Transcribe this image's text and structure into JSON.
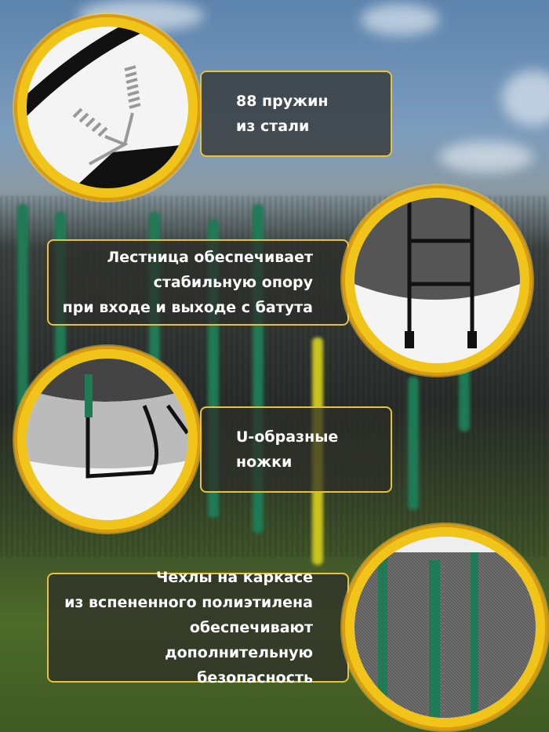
{
  "features": [
    {
      "lines": [
        "88 пружин",
        "из стали"
      ],
      "icon": "spring-closeup-image"
    },
    {
      "lines": [
        "Лестница обеспечивает",
        "стабильную опору",
        "при входе и выходе с батута"
      ],
      "icon": "ladder-closeup-image"
    },
    {
      "lines": [
        "U-образные",
        "ножки"
      ],
      "icon": "u-leg-closeup-image"
    },
    {
      "lines": [
        "Чехлы на каркасе",
        "из вспененного полиэтилена",
        "обеспечивают дополнительную",
        "безопасность"
      ],
      "icon": "foam-covers-closeup-image"
    }
  ],
  "colors": {
    "accent": "#f0c419",
    "box_bg": "#2d2d28"
  }
}
